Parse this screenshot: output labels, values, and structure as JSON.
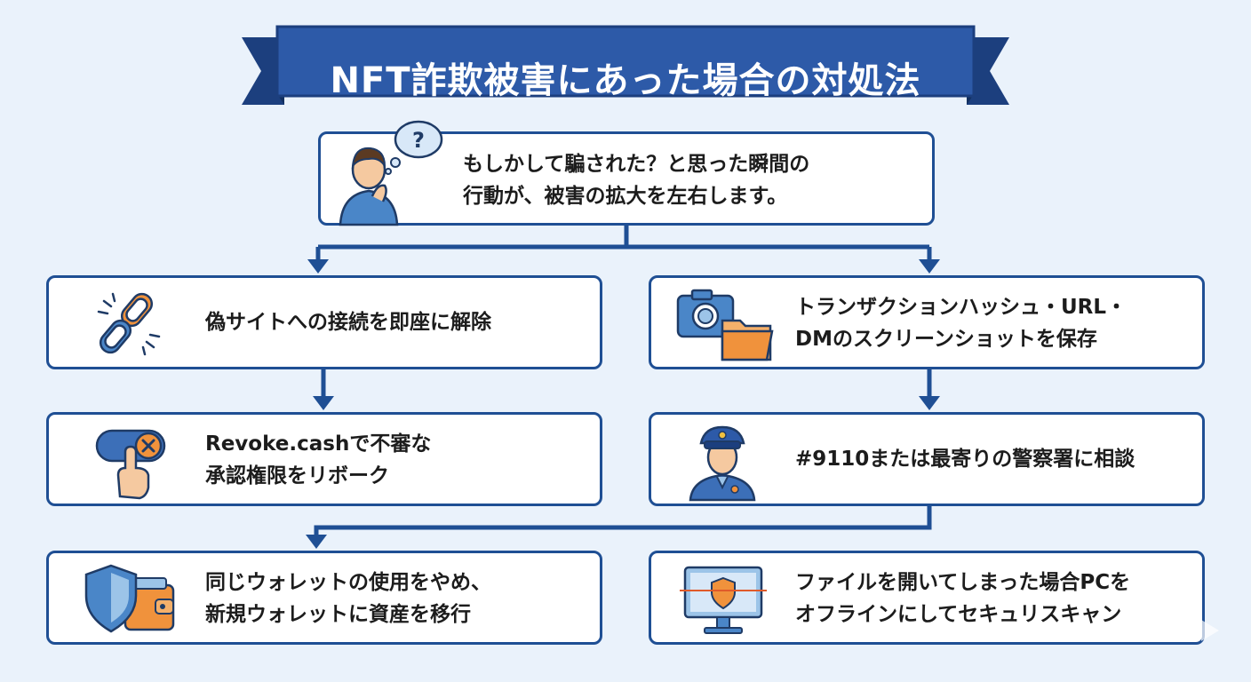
{
  "title": "NFT詐欺被害にあった場合の対処法",
  "intro": {
    "line1": "もしかして騙された？と思った瞬間の",
    "line2": "行動が、被害の拡大を左右します。",
    "icon": "thinking-person-icon"
  },
  "left_steps": [
    {
      "lines": [
        "偽サイトへの接続を即座に解除"
      ],
      "icon": "broken-chain-icon"
    },
    {
      "lines": [
        "Revoke.cashで不審な",
        "承認権限をリボーク"
      ],
      "icon": "toggle-cancel-hand-icon"
    },
    {
      "lines": [
        "同じウォレットの使用をやめ、",
        "新規ウォレットに資産を移行"
      ],
      "icon": "shield-wallet-icon"
    }
  ],
  "right_steps": [
    {
      "lines": [
        "トランザクションハッシュ・URL・",
        "DMのスクリーンショットを保存"
      ],
      "icon": "camera-folder-icon"
    },
    {
      "lines": [
        "#9110または最寄りの警察署に相談"
      ],
      "icon": "police-officer-icon"
    },
    {
      "lines": [
        "ファイルを開いてしまった場合PCを",
        "オフラインにしてセキュリスキャン"
      ],
      "icon": "monitor-shield-scan-icon"
    }
  ],
  "colors": {
    "background": "#eaf2fb",
    "banner": "#2d5aa8",
    "banner_dark": "#1c3f7e",
    "border": "#1f4f94",
    "arrow": "#1f4f94",
    "accent_orange": "#f0923c"
  }
}
